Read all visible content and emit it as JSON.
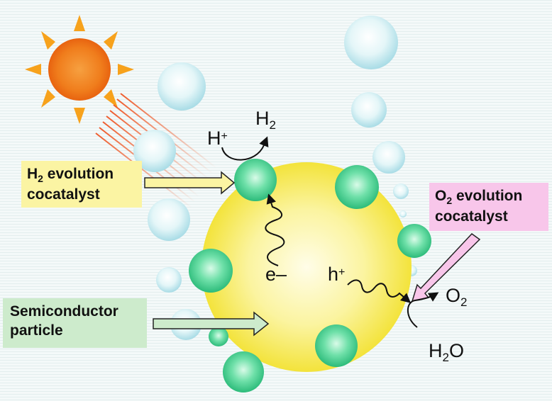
{
  "labels": {
    "h2_cocatalyst": {
      "line1_main": "H",
      "line1_sub": "2",
      "line1_rest": " evolution",
      "line2": "cocatalyst"
    },
    "o2_cocatalyst": {
      "line1_main": "O",
      "line1_sub": "2",
      "line1_rest": " evolution",
      "line2": "cocatalyst"
    },
    "semiconductor": {
      "line1": "Semiconductor",
      "line2": "particle"
    }
  },
  "species": {
    "h_plus": {
      "main": "H",
      "sup": "+"
    },
    "h2": {
      "main": "H",
      "sub": "2"
    },
    "electron": {
      "text": "e–"
    },
    "hole": {
      "main": "h",
      "sup": "+"
    },
    "o2": {
      "main": "O",
      "sub": "2"
    },
    "h2o": {
      "main": "H",
      "sub": "2",
      "rest": "O"
    }
  },
  "colors": {
    "particle": "#f9ee63",
    "cocatalyst": "#3ecf8f",
    "sun": "#f27a17",
    "sun_rays": "#f7a21c",
    "light_beam": "#f06a3a",
    "bubble": "#d9f1f5",
    "h2_box": "#fbf4a3",
    "o2_box": "#f8c6ea",
    "semi_box": "#cdebcc"
  }
}
